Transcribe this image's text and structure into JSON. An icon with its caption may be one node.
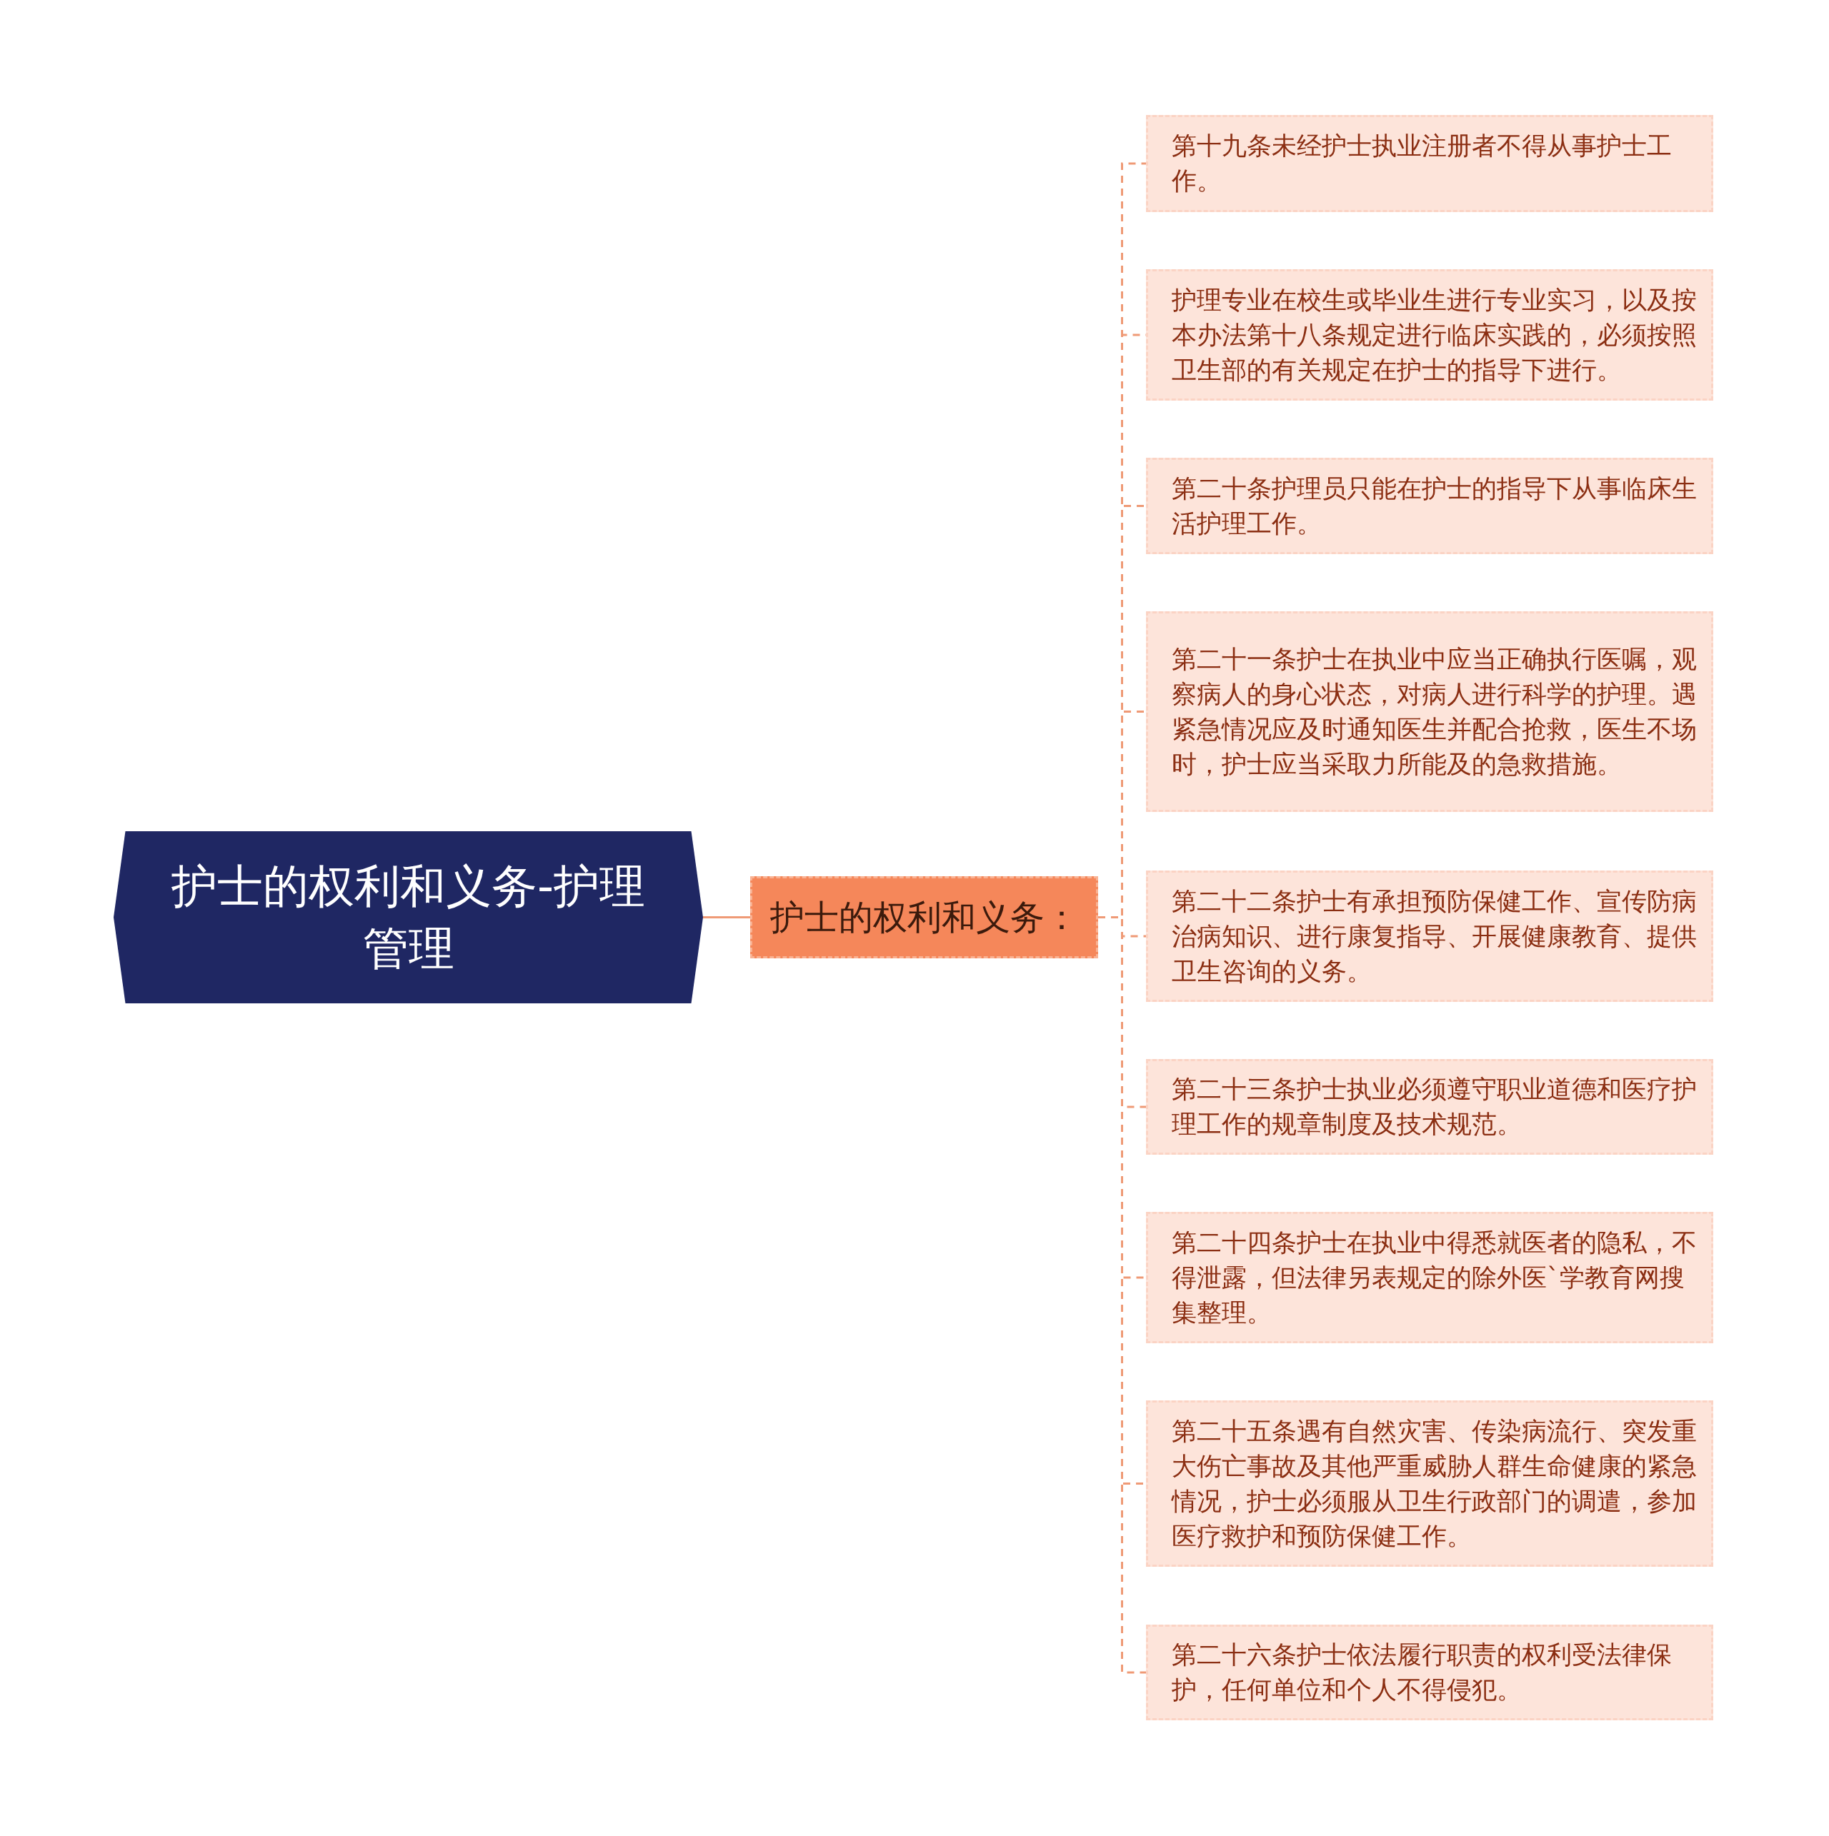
{
  "diagram": {
    "nodes": [
      {
        "text": [
          "护士的权利和义务-护理管理"
        ]
      },
      {
        "text": [
          "护士的权利和义务："
        ]
      },
      {
        "text": [
          "第十九条未经护士执业注册者不得从事护士工作。"
        ]
      },
      {
        "text": [
          "护理专业在校生或毕业生进行专业实习，以及按本办法第十八条规定进行临床实践的，必须按照卫生部的有关规定在护士的指导下进行。"
        ]
      },
      {
        "text": [
          "第二十条护理员只能在护士的指导下从事临床生活护理工作。"
        ]
      },
      {
        "text": [
          "第二十一条护士在执业中应当正确执行医嘱，观察病人的身心状态，对病人进行科学的护理。遇紧急情况应及时通知医生并配合抢救，医生不场时，护士应当采取力所能及的急救措施。"
        ]
      },
      {
        "text": [
          "第二十二条护士有承担预防保健工作、宣传防病治病知识、进行康复指导、开展健康教育、提供卫生咨询的义务。"
        ]
      },
      {
        "text": [
          "第二十三条护士执业必须遵守职业道德和医疗护理工作的规章制度及技术规范。"
        ]
      },
      {
        "text": [
          "第二十四条护士在执业中得悉就医者的隐私，不得泄露，但法律另表规定的除外医`学教育网搜集整理。"
        ]
      },
      {
        "text": [
          "第二十五条遇有自然灾害、传染病流行、突发重大伤亡事故及其他严重威胁人群生命健康的紧急情况，护士必须服从卫生行政部门的调遣，参加医疗救护和预防保健工作。"
        ]
      },
      {
        "text": [
          "第二十六条护士依法履行职责的权利受法律保护，任何单位和个人不得侵犯。"
        ]
      }
    ],
    "edges": [
      {
        "from": 0,
        "to": 1,
        "arrow": "none"
      },
      {
        "from": 1,
        "to": 2,
        "arrow": "none",
        "style": "dashed"
      },
      {
        "from": 1,
        "to": 3,
        "arrow": "none",
        "style": "dashed"
      },
      {
        "from": 1,
        "to": 4,
        "arrow": "none",
        "style": "dashed"
      },
      {
        "from": 1,
        "to": 5,
        "arrow": "none",
        "style": "dashed"
      },
      {
        "from": 1,
        "to": 6,
        "arrow": "none",
        "style": "dashed"
      },
      {
        "from": 1,
        "to": 7,
        "arrow": "none",
        "style": "dashed"
      },
      {
        "from": 1,
        "to": 8,
        "arrow": "none",
        "style": "dashed"
      },
      {
        "from": 1,
        "to": 9,
        "arrow": "none",
        "style": "dashed"
      },
      {
        "from": 1,
        "to": 10,
        "arrow": "none",
        "style": "dashed"
      }
    ]
  }
}
